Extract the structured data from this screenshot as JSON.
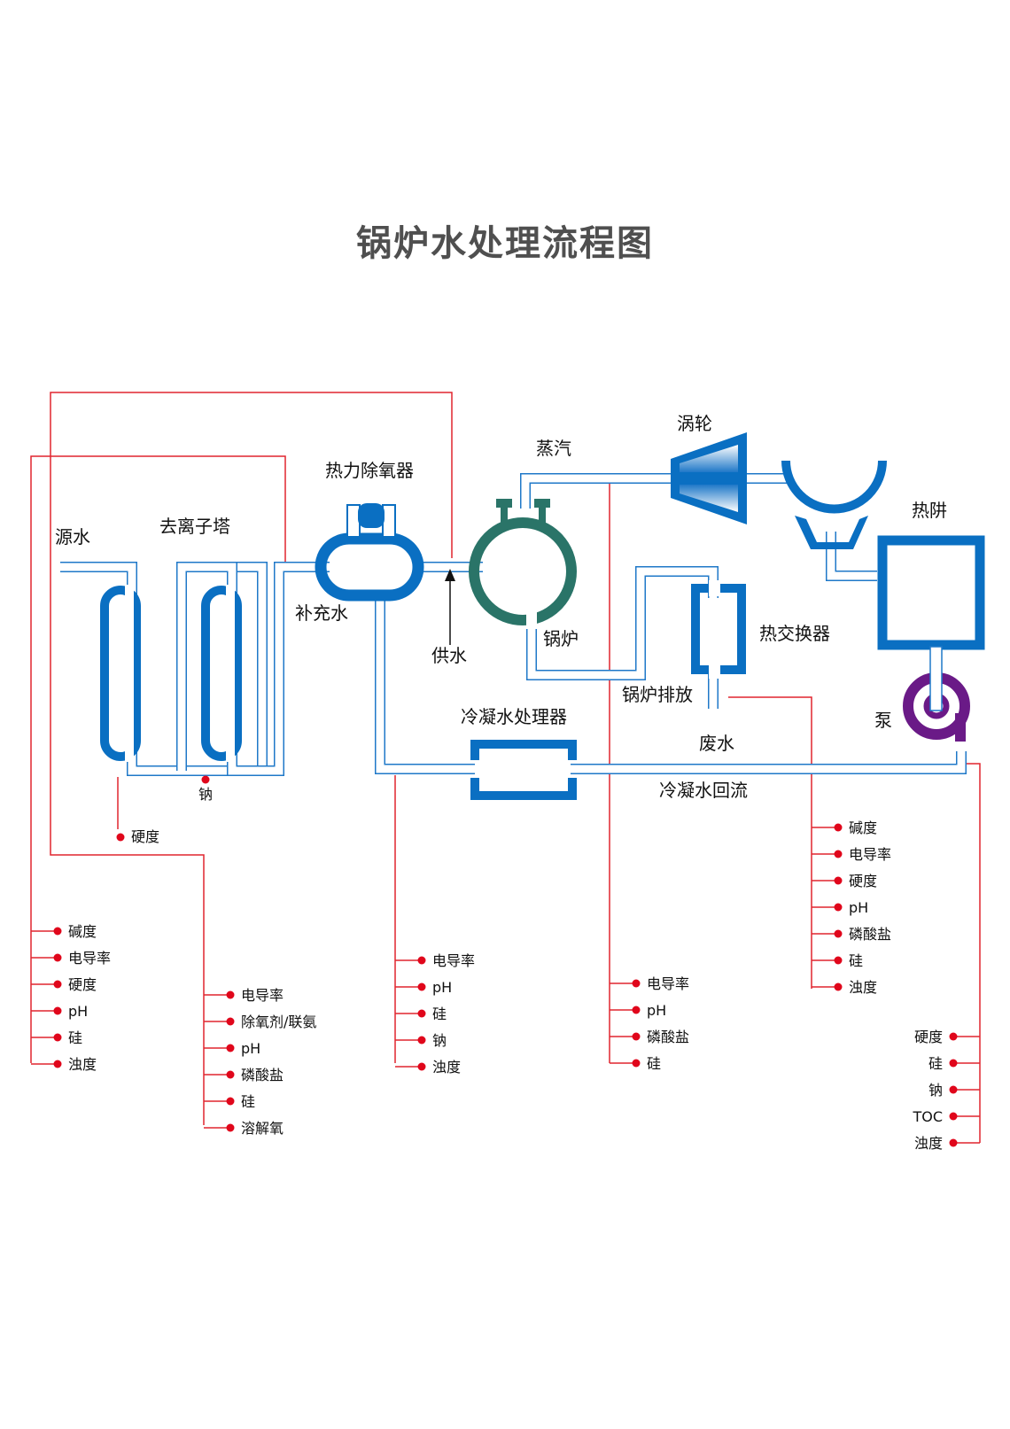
{
  "title": "锅炉水处理流程图",
  "colors": {
    "pipe": "#1f78c8",
    "equipment": "#0a6fc2",
    "boiler": "#2a7468",
    "pump": "#6a1a87",
    "monitor_line": "#e1252f",
    "title": "#4f4f4f"
  },
  "labels": {
    "source_water": "源水",
    "deionizer": "去离子塔",
    "deaerator": "热力除氧器",
    "makeup_water": "补充水",
    "feed_water": "供水",
    "steam": "蒸汽",
    "turbine": "涡轮",
    "boiler": "锅炉",
    "hotwell": "热阱",
    "heat_exchanger": "热交换器",
    "boiler_blowdown": "锅炉排放",
    "waste_water": "废水",
    "pump": "泵",
    "condensate_treater": "冷凝水处理器",
    "condensate_return": "冷凝水回流",
    "deionizer_sodium": "钠",
    "deionizer_hardness": "硬度"
  },
  "monitor_groups": [
    {
      "id": "source-water",
      "items": [
        "碱度",
        "电导率",
        "硬度",
        "pH",
        "硅",
        "浊度"
      ]
    },
    {
      "id": "feed-water",
      "items": [
        "电导率",
        "除氧剂/联氨",
        "pH",
        "磷酸盐",
        "硅",
        "溶解氧"
      ]
    },
    {
      "id": "condensate-treater",
      "items": [
        "电导率",
        "pH",
        "硅",
        "钠",
        "浊度"
      ]
    },
    {
      "id": "steam",
      "items": [
        "电导率",
        "pH",
        "磷酸盐",
        "硅"
      ]
    },
    {
      "id": "boiler-blowdown",
      "items": [
        "碱度",
        "电导率",
        "硬度",
        "pH",
        "磷酸盐",
        "硅",
        "浊度"
      ]
    },
    {
      "id": "condensate-return",
      "items": [
        "硬度",
        "硅",
        "钠",
        "TOC",
        "浊度"
      ]
    }
  ]
}
